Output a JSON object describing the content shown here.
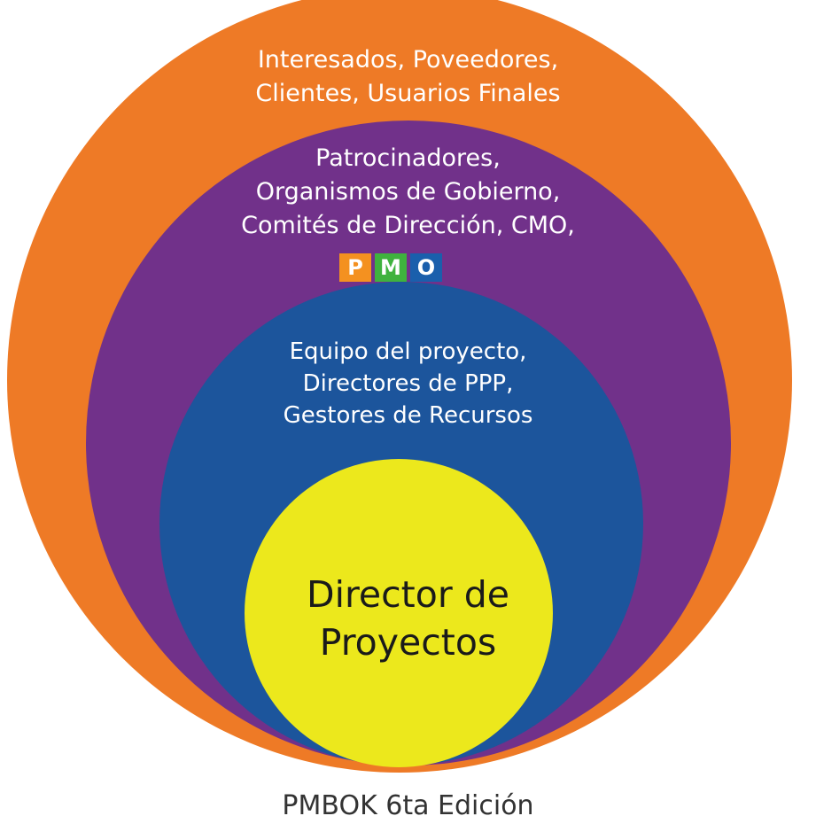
{
  "colors": {
    "outer": "#ee7a26",
    "purple": "#71318a",
    "blue": "#1c559c",
    "core": "#ece81c",
    "pmo_p": "#f49120",
    "pmo_m": "#3fb23e",
    "pmo_o": "#1a5fac"
  },
  "rings": {
    "outer": {
      "lines": [
        "Interesados, Poveedores,",
        "Clientes, Usuarios Finales"
      ]
    },
    "purple": {
      "lines": [
        "Patrocinadores,",
        "Organismos de Gobierno,",
        "Comités de Dirección, CMO,"
      ]
    },
    "blue": {
      "lines": [
        "Equipo del proyecto,",
        "Directores de PPP,",
        "Gestores de Recursos"
      ]
    },
    "core": {
      "lines": [
        "Director de",
        "Proyectos"
      ]
    }
  },
  "pmo_logo": {
    "letters": [
      "P",
      "M",
      "O"
    ]
  },
  "caption": "PMBOK 6ta Edición"
}
